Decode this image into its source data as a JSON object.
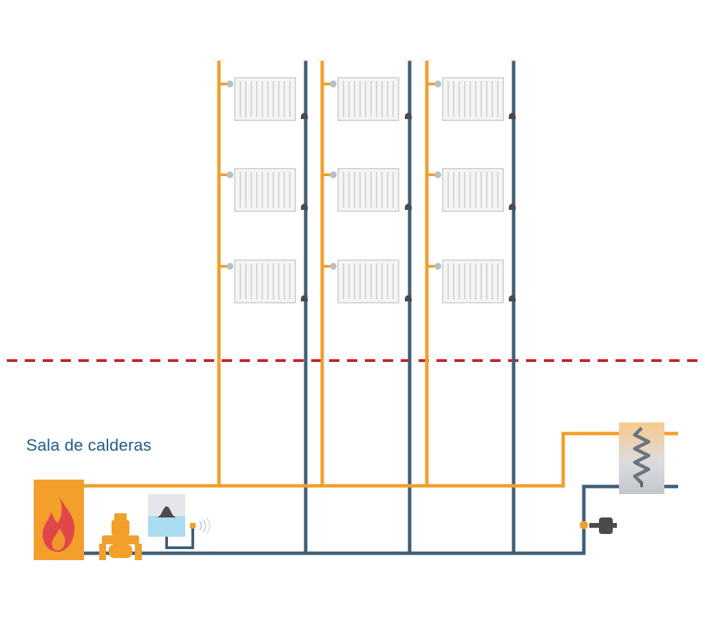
{
  "labels": {
    "boiler_room": "Sala de calderas"
  },
  "colors": {
    "supply_pipe": "#f29f2c",
    "return_pipe": "#3f5f77",
    "radiator_fill": "#f4f4f5",
    "radiator_stroke": "#c8c9cc",
    "valve_thermostatic": "#b7c0c7",
    "valve_lockshield": "#4a4a4f",
    "floor_line": "#c8202f",
    "boiler_body": "#f29f2c",
    "flame": "#e1474a",
    "expansion_tank_water": "#a9dcef",
    "heat_exchanger": "#bfc3c9"
  },
  "components": {
    "risers_count": 3,
    "radiators_per_riser": 3,
    "boiler": "boiler-icon",
    "pump": "circulation-pump-icon",
    "expansion_tank": "expansion-tank-icon",
    "heat_exchanger": "heat-exchanger-icon",
    "valve": "control-valve-icon"
  }
}
